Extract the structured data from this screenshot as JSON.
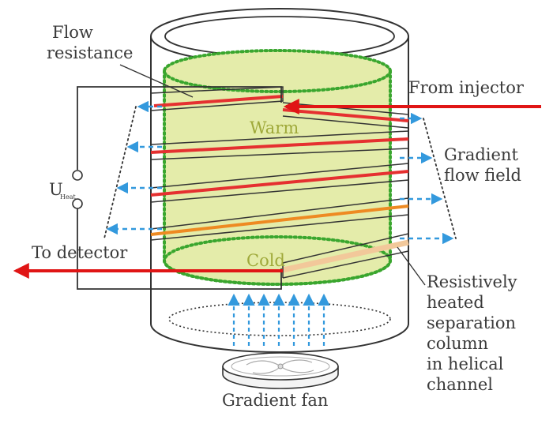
{
  "labels": {
    "flow_resistance_1": "Flow",
    "flow_resistance_2": "resistance",
    "from_injector": "From injector",
    "gradient_flow_1": "Gradient",
    "gradient_flow_2": "flow field",
    "u_main": "U",
    "u_sub": "Heat",
    "to_detector": "To detector",
    "warm": "Warm",
    "cold": "Cold",
    "column_1": "Resistively",
    "column_2": "heated",
    "column_3": "separation",
    "column_4": "column",
    "column_5": "in helical",
    "column_6": "channel",
    "gradient_fan": "Gradient fan"
  },
  "colors": {
    "gradient_zone": "#e4ecaa",
    "zone_border": "#3aa62e",
    "hot_column": "#e53030",
    "warm_column": "#ee8a22",
    "cool_column": "#f2c89a",
    "flow_arrow": "#3399dd",
    "fluid_arrow": "#e01515",
    "outline": "#333333",
    "text": "#3a3a3a",
    "zone_text": "#9fa93a"
  }
}
